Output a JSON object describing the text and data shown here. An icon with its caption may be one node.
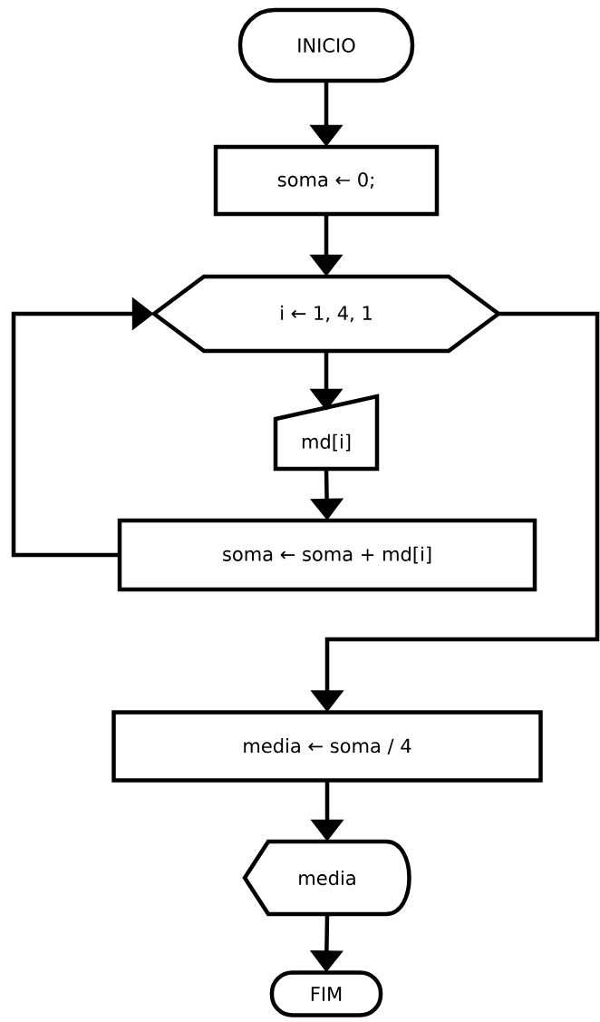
{
  "diagram": {
    "nodes": [
      {
        "text": [
          "INICIO"
        ]
      },
      {
        "text": [
          "soma ← 0;"
        ]
      },
      {
        "text": [
          "i ← 1, 4, 1"
        ]
      },
      {
        "text": [
          "md[i]"
        ]
      },
      {
        "text": [
          "soma ← soma + md[i]"
        ]
      },
      {
        "text": [
          "media ← soma / 4"
        ]
      },
      {
        "text": [
          "media"
        ]
      },
      {
        "text": [
          "FIM"
        ]
      }
    ],
    "edges": [
      {
        "from": 0,
        "to": 1,
        "arrow": "to"
      },
      {
        "from": 1,
        "to": 2,
        "arrow": "to"
      },
      {
        "from": 2,
        "to": 3,
        "arrow": "to"
      },
      {
        "from": 3,
        "to": 4,
        "arrow": "to"
      },
      {
        "from": 4,
        "to": 2,
        "arrow": "to"
      },
      {
        "from": 2,
        "to": 5,
        "arrow": "to"
      },
      {
        "from": 5,
        "to": 6,
        "arrow": "to"
      },
      {
        "from": 6,
        "to": 7,
        "arrow": "to"
      }
    ]
  }
}
